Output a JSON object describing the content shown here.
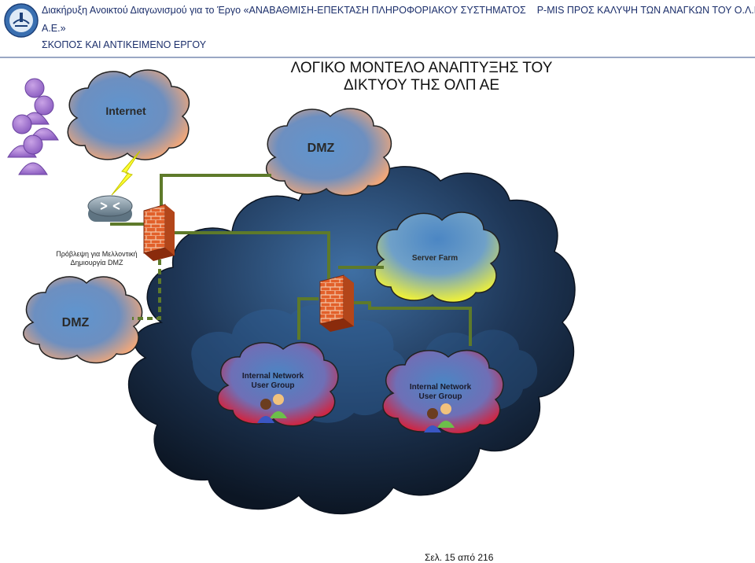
{
  "header": {
    "line1_left": "Διακήρυξη Ανοικτού Διαγωνισμού για το Έργο «ΑΝΑΒΑΘΜΙΣΗ-ΕΠΕΚΤΑΣΗ ΠΛΗΡΟΦΟΡΙΑΚΟΥ ΣΥΣΤΗΜΑΤΟΣ",
    "line1_right": "P-MIS ΠΡΟΣ ΚΑΛΥΨΗ ΤΩΝ ΑΝΑΓΚΩΝ ΤΟΥ Ο.Λ.Π.",
    "line2": "Α.Ε.»",
    "line3": "ΣΚΟΠΟΣ ΚΑΙ ΑΝΤΙΚΕΙΜΕΝΟ ΕΡΓΟΥ"
  },
  "diagram": {
    "title_line1": "ΛΟΓΙΚΟ ΜΟΝΤΕΛΟ ΑΝΑΠΤΥΞΗΣ ΤΟΥ",
    "title_line2": "ΔΙΚΤΥΟΥ ΤΗΣ ΟΛΠ ΑΕ",
    "internet_label": "Internet",
    "dmz_top_label": "DMZ",
    "dmz_left_label": "DMZ",
    "server_farm_label": "Server Farm",
    "group1_line1": "Internal Network",
    "group1_line2": "User Group",
    "group2_line1": "Internal Network",
    "group2_line2": "User Group",
    "future_note_line1": "Πρόβλεψη για Μελλοντική",
    "future_note_line2": "Δημιουργία DMZ",
    "colors": {
      "link_line": "#5e7a2a",
      "big_cloud_dark": "#0f1e33",
      "orange_cloud": "#e9a37c",
      "blue_cloud": "#4d86c2",
      "server_cloud": "#e8ef3a",
      "group_cloud_red": "#e01c2e",
      "firewall": "#d9541e"
    }
  },
  "footer": {
    "page": "Σελ. 15 από 216"
  }
}
